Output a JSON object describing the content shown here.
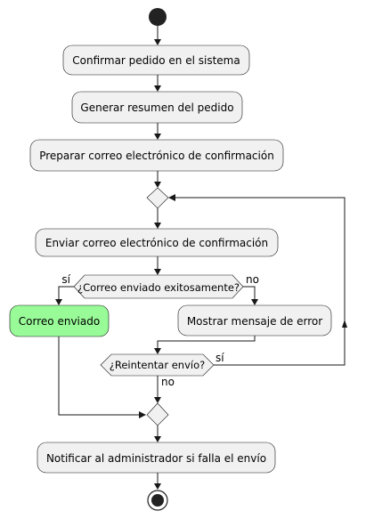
{
  "diagram": {
    "actions": {
      "confirm_order": "Confirmar pedido en el sistema",
      "generate_summary": "Generar resumen del pedido",
      "prepare_email": "Preparar correo electrónico de confirmación",
      "send_email": "Enviar correo electrónico de confirmación",
      "email_sent": "Correo enviado",
      "show_error": "Mostrar mensaje de error",
      "notify_admin": "Notificar al administrador si falla el envío"
    },
    "decisions": {
      "email_sent_question": "¿Correo enviado exitosamente?",
      "retry_question": "¿Reintentar envío?"
    },
    "edge_labels": {
      "yes_sent": "sí",
      "no_sent": "no",
      "yes_retry": "sí",
      "no_retry": "no"
    },
    "colors": {
      "node_fill": "#f1f1f1",
      "success_fill": "#98fb98",
      "stroke": "#181818"
    }
  }
}
